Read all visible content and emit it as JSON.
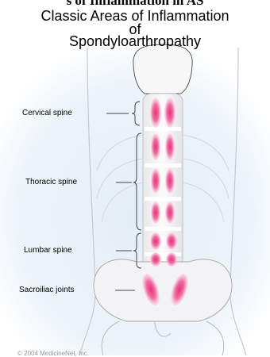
{
  "banner": "s of Inflammation in AS",
  "title": {
    "line1": "Classic Areas of Inflammation",
    "line2": "of",
    "line3": "Spondyloarthropathy"
  },
  "labels": {
    "cervical": "Cervical spine",
    "thoracic": "Thoracic spine",
    "lumbar": "Lumbar spine",
    "sacroiliac": "Sacroiliac joints"
  },
  "credit": "© 2004 MedicineNet, Inc.",
  "colors": {
    "inflammation": "#e8317a",
    "background_tint": "#dfe9f4"
  }
}
